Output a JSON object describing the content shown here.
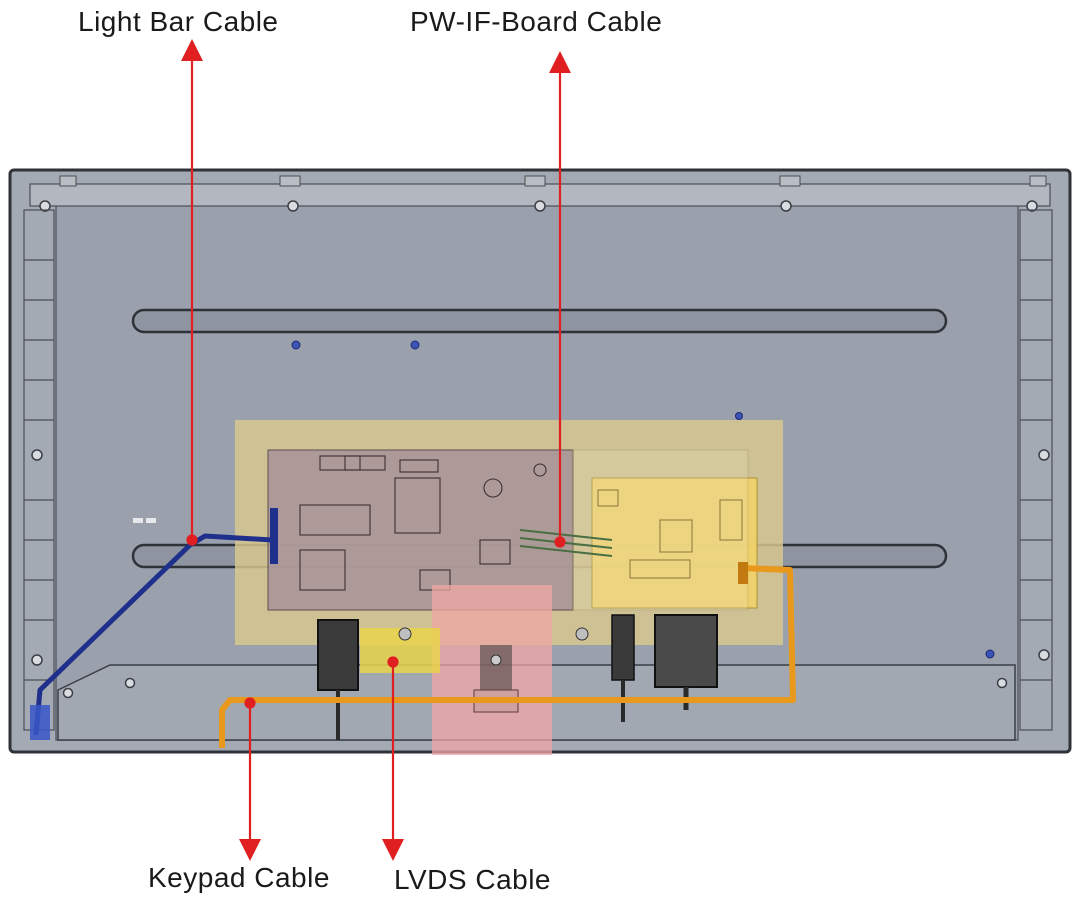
{
  "labels": {
    "light_bar_cable": "Light Bar Cable",
    "pw_if_board_cable": "PW-IF-Board Cable",
    "keypad_cable": "Keypad Cable",
    "lvds_cable": "LVDS Cable"
  },
  "colors": {
    "callout_line": "#e02020",
    "panel_fill": "#9aa1ad",
    "panel_frame": "#3a3d44",
    "board_highlight": "#d9c88e",
    "if_board_highlight": "#f2d26a",
    "lvds_highlight": "#f0a6a6",
    "light_bar_cable": "#1f2f8c",
    "keypad_cable": "#e8991c"
  }
}
